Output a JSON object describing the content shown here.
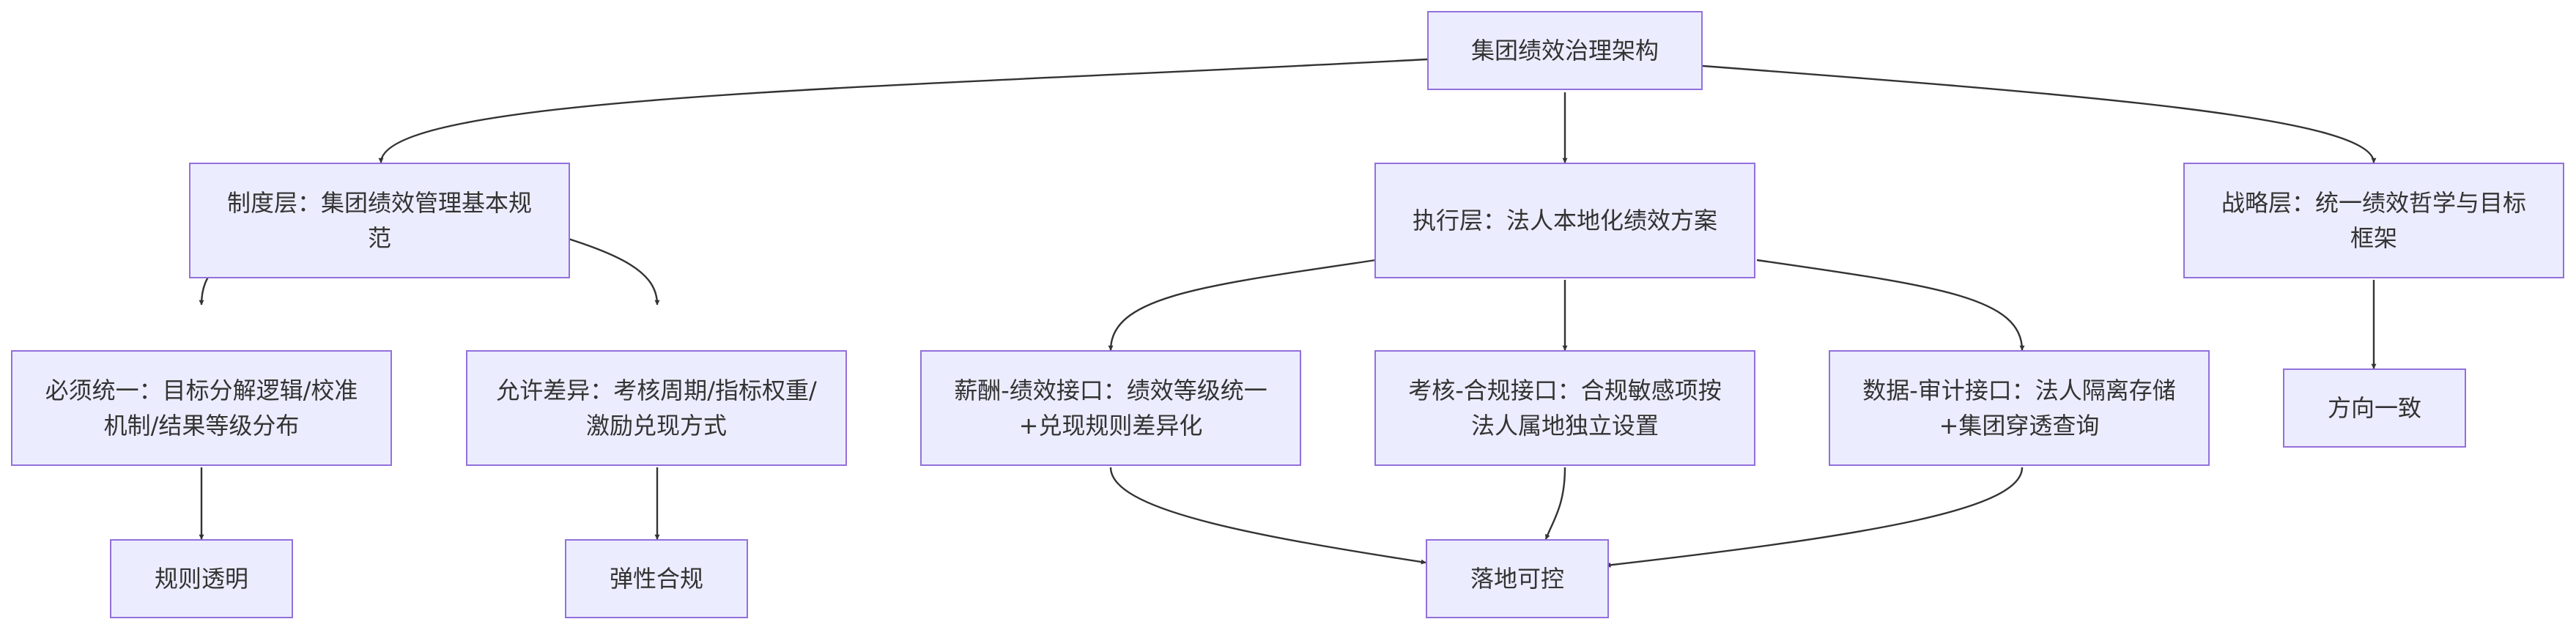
{
  "diagram": {
    "colors": {
      "node_fill": "#ececff",
      "node_stroke": "#9370db",
      "edge": "#333333",
      "text": "#333333"
    },
    "nodes": {
      "root": "集团绩效治理架构",
      "institution_layer": "制度层：集团绩效管理基本规范",
      "execution_layer": "执行层：法人本地化绩效方案",
      "strategy_layer": "战略层：统一绩效哲学与目标框架",
      "must_unify": "必须统一：目标分解逻辑/校准机制/结果等级分布",
      "allow_diff": "允许差异：考核周期/指标权重/激励兑现方式",
      "salary_interface": "薪酬-绩效接口：绩效等级统一+兑现规则差异化",
      "compliance_interface": "考核-合规接口：合规敏感项按法人属地独立设置",
      "data_interface": "数据-审计接口：法人隔离存储+集团穿透查询",
      "consistent_direction": "方向一致",
      "rule_transparency": "规则透明",
      "flexible_compliance": "弹性合规",
      "implementable": "落地可控"
    }
  }
}
